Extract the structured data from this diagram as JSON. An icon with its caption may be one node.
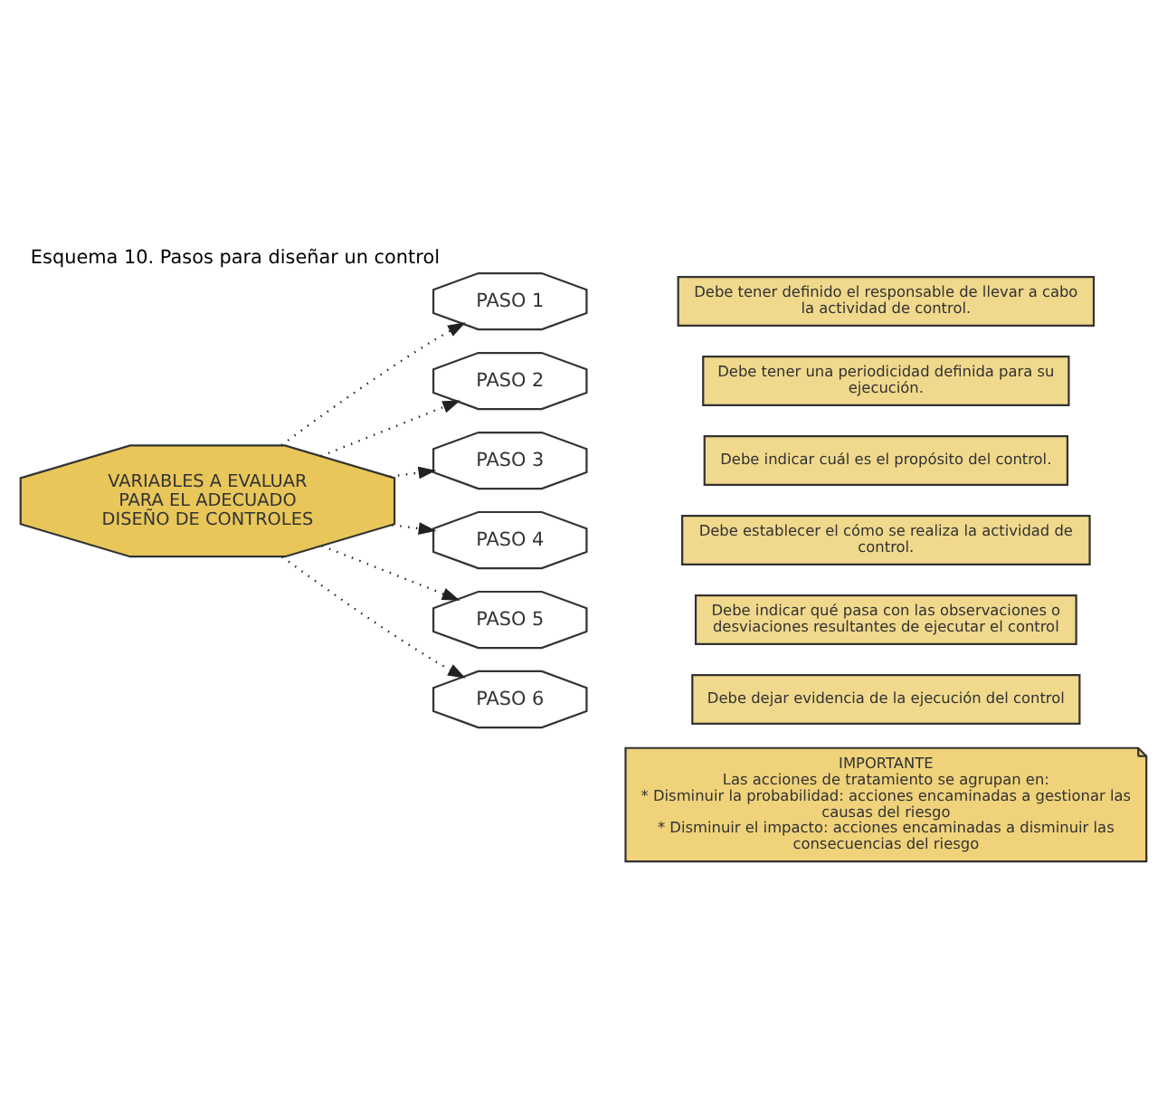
{
  "diagram": {
    "title": "Esquema 10. Pasos para diseñar un control",
    "nodes": [
      {
        "text": [
          "VARIABLES A EVALUAR PARA EL ADECUADO DISEÑO DE CONTROLES"
        ]
      },
      {
        "text": [
          "PASO 1"
        ]
      },
      {
        "text": [
          "PASO 2"
        ]
      },
      {
        "text": [
          "PASO 3"
        ]
      },
      {
        "text": [
          "PASO 4"
        ]
      },
      {
        "text": [
          "PASO 5"
        ]
      },
      {
        "text": [
          "PASO 6"
        ]
      },
      {
        "text": [
          "Debe tener definido el responsable de llevar a cabo la actividad de control."
        ]
      },
      {
        "text": [
          "Debe tener una periodicidad definida para su ejecución."
        ]
      },
      {
        "text": [
          "Debe indicar cuál es el propósito del control."
        ]
      },
      {
        "text": [
          "Debe establecer el cómo se realiza la actividad de control."
        ]
      },
      {
        "text": [
          "Debe indicar qué pasa con las observaciones o desviaciones resultantes de ejecutar el control"
        ]
      },
      {
        "text": [
          "Debe dejar evidencia de la ejecución del control"
        ]
      },
      {
        "text": [
          "IMPORTANTE",
          "Las acciones de tratamiento se agrupan en:",
          "* Disminuir la probabilidad: acciones encaminadas a gestionar las causas del riesgo",
          "* Disminuir el impacto: acciones encaminadas a disminuir las consecuencias del riesgo"
        ]
      }
    ],
    "edges": [
      {
        "from": 0,
        "to": 1,
        "arrow": "to",
        "style": "dashed"
      },
      {
        "from": 0,
        "to": 2,
        "arrow": "to",
        "style": "dashed"
      },
      {
        "from": 0,
        "to": 3,
        "arrow": "to",
        "style": "dashed"
      },
      {
        "from": 0,
        "to": 4,
        "arrow": "to",
        "style": "dashed"
      },
      {
        "from": 0,
        "to": 5,
        "arrow": "to",
        "style": "dashed"
      },
      {
        "from": 0,
        "to": 6,
        "arrow": "to",
        "style": "dashed"
      }
    ]
  }
}
